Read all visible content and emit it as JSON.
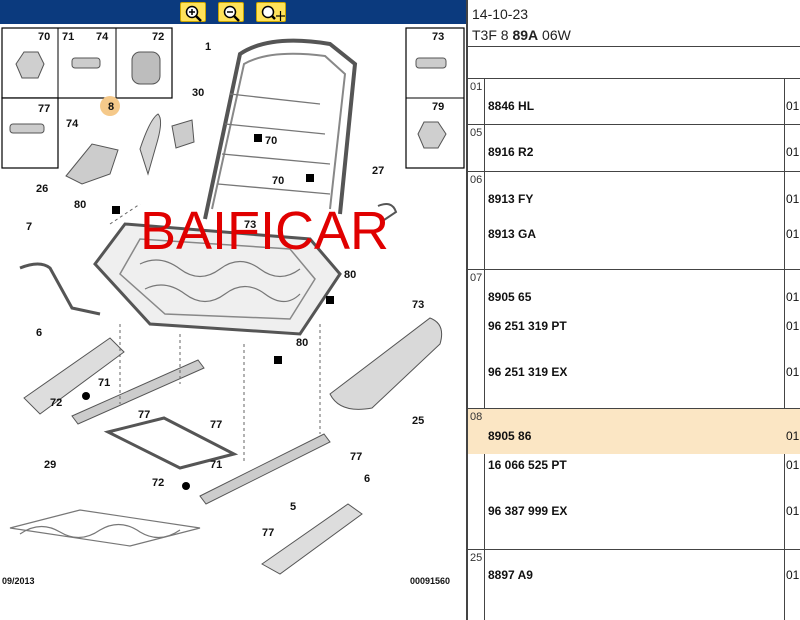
{
  "toolbar": {
    "buttons": [
      {
        "name": "zoom-in",
        "icon": "zoom-in-icon"
      },
      {
        "name": "zoom-out",
        "icon": "zoom-out-icon"
      },
      {
        "name": "zoom-pan",
        "icon": "zoom-move-icon"
      }
    ],
    "color": "#0b3a7e",
    "button_color": "#ffe25a"
  },
  "diagram": {
    "watermark": "BAIFICAR",
    "footer_date": "09/2013",
    "footer_ref": "00091560",
    "callouts": [
      "1",
      "8",
      "30",
      "70",
      "70",
      "27",
      "26",
      "80",
      "7",
      "73",
      "80",
      "80",
      "6",
      "71",
      "72",
      "77",
      "77",
      "29",
      "71",
      "72",
      "77",
      "5",
      "77",
      "6",
      "73",
      "25"
    ],
    "legend_top_left": [
      "70",
      "71",
      "74",
      "72"
    ],
    "legend_mid_left": [
      "77",
      "8"
    ],
    "legend_right": [
      "73",
      "79"
    ],
    "label_74": "74",
    "label_80": "80",
    "highlight_color": "#f5c98a"
  },
  "panel": {
    "date": "14-10-23",
    "code_prefix": "T3F  8 ",
    "code_bold": "89A",
    "code_suffix": " 06W",
    "highlight_color": "#fbe6c4",
    "rows": [
      {
        "num": "01",
        "refs": [
          "8846 HL"
        ],
        "qty": [
          "01"
        ]
      },
      {
        "num": "05",
        "refs": [
          "8916 R2"
        ],
        "qty": [
          "01"
        ]
      },
      {
        "num": "06",
        "refs": [
          "8913 FY",
          "8913 GA"
        ],
        "qty": [
          "01",
          "01"
        ]
      },
      {
        "num": "07",
        "refs": [
          "8905 65",
          "96 251 319 PT",
          "96 251 319 EX"
        ],
        "qty": [
          "01",
          "01",
          "01"
        ]
      },
      {
        "num": "08",
        "refs": [
          "8905 86",
          "16 066 525 PT",
          "96 387 999 EX"
        ],
        "qty": [
          "01",
          "01",
          "01"
        ]
      },
      {
        "num": "25",
        "refs": [
          "8897 A9"
        ],
        "qty": [
          "01"
        ]
      }
    ]
  }
}
